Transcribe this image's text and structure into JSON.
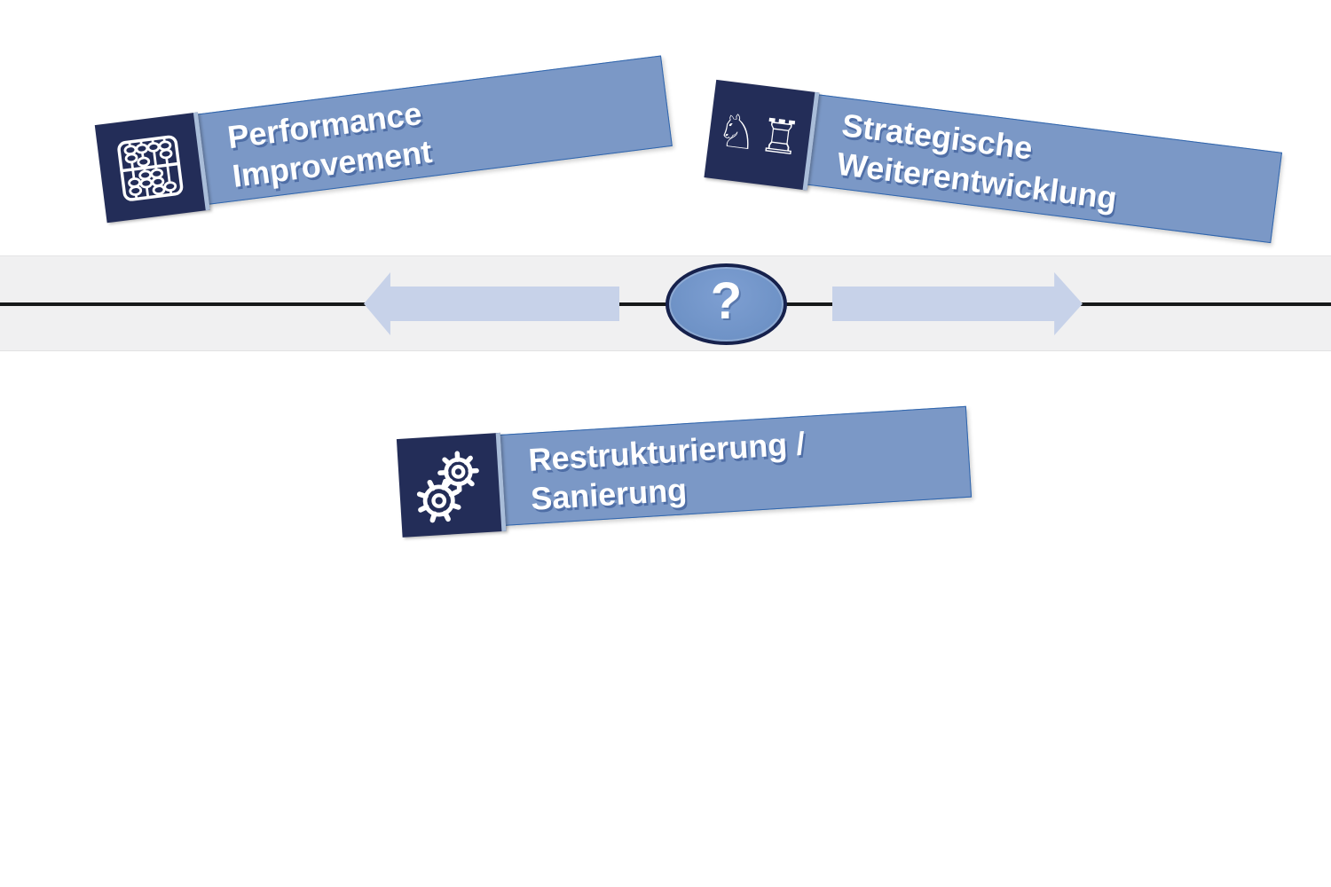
{
  "banners": [
    {
      "line1": "Performance",
      "line2": "Improvement",
      "icon": "abacus-icon"
    },
    {
      "line1": "Strategische",
      "line2": "Weiterentwicklung",
      "icon": "chess-icon",
      "chess_glyphs": "♘♖"
    },
    {
      "line1": "Restrukturierung /",
      "line2": "Sanierung",
      "icon": "gears-icon"
    }
  ],
  "center": {
    "question_mark": "?"
  },
  "arrows": {
    "left": "left-arrow",
    "right": "right-arrow"
  },
  "colors": {
    "banner_blue": "#7b98c6",
    "dark_navy": "#232d58",
    "divider_blue": "#a9bdd9",
    "arrow_blue": "#c7d2e9",
    "ellipse_blue": "#6e92c6",
    "ellipse_border": "#16214c",
    "band_gray": "#f0f0f1",
    "line_black": "#17191a",
    "banner_border": "#2f65ad",
    "text_white": "#ffffff"
  }
}
